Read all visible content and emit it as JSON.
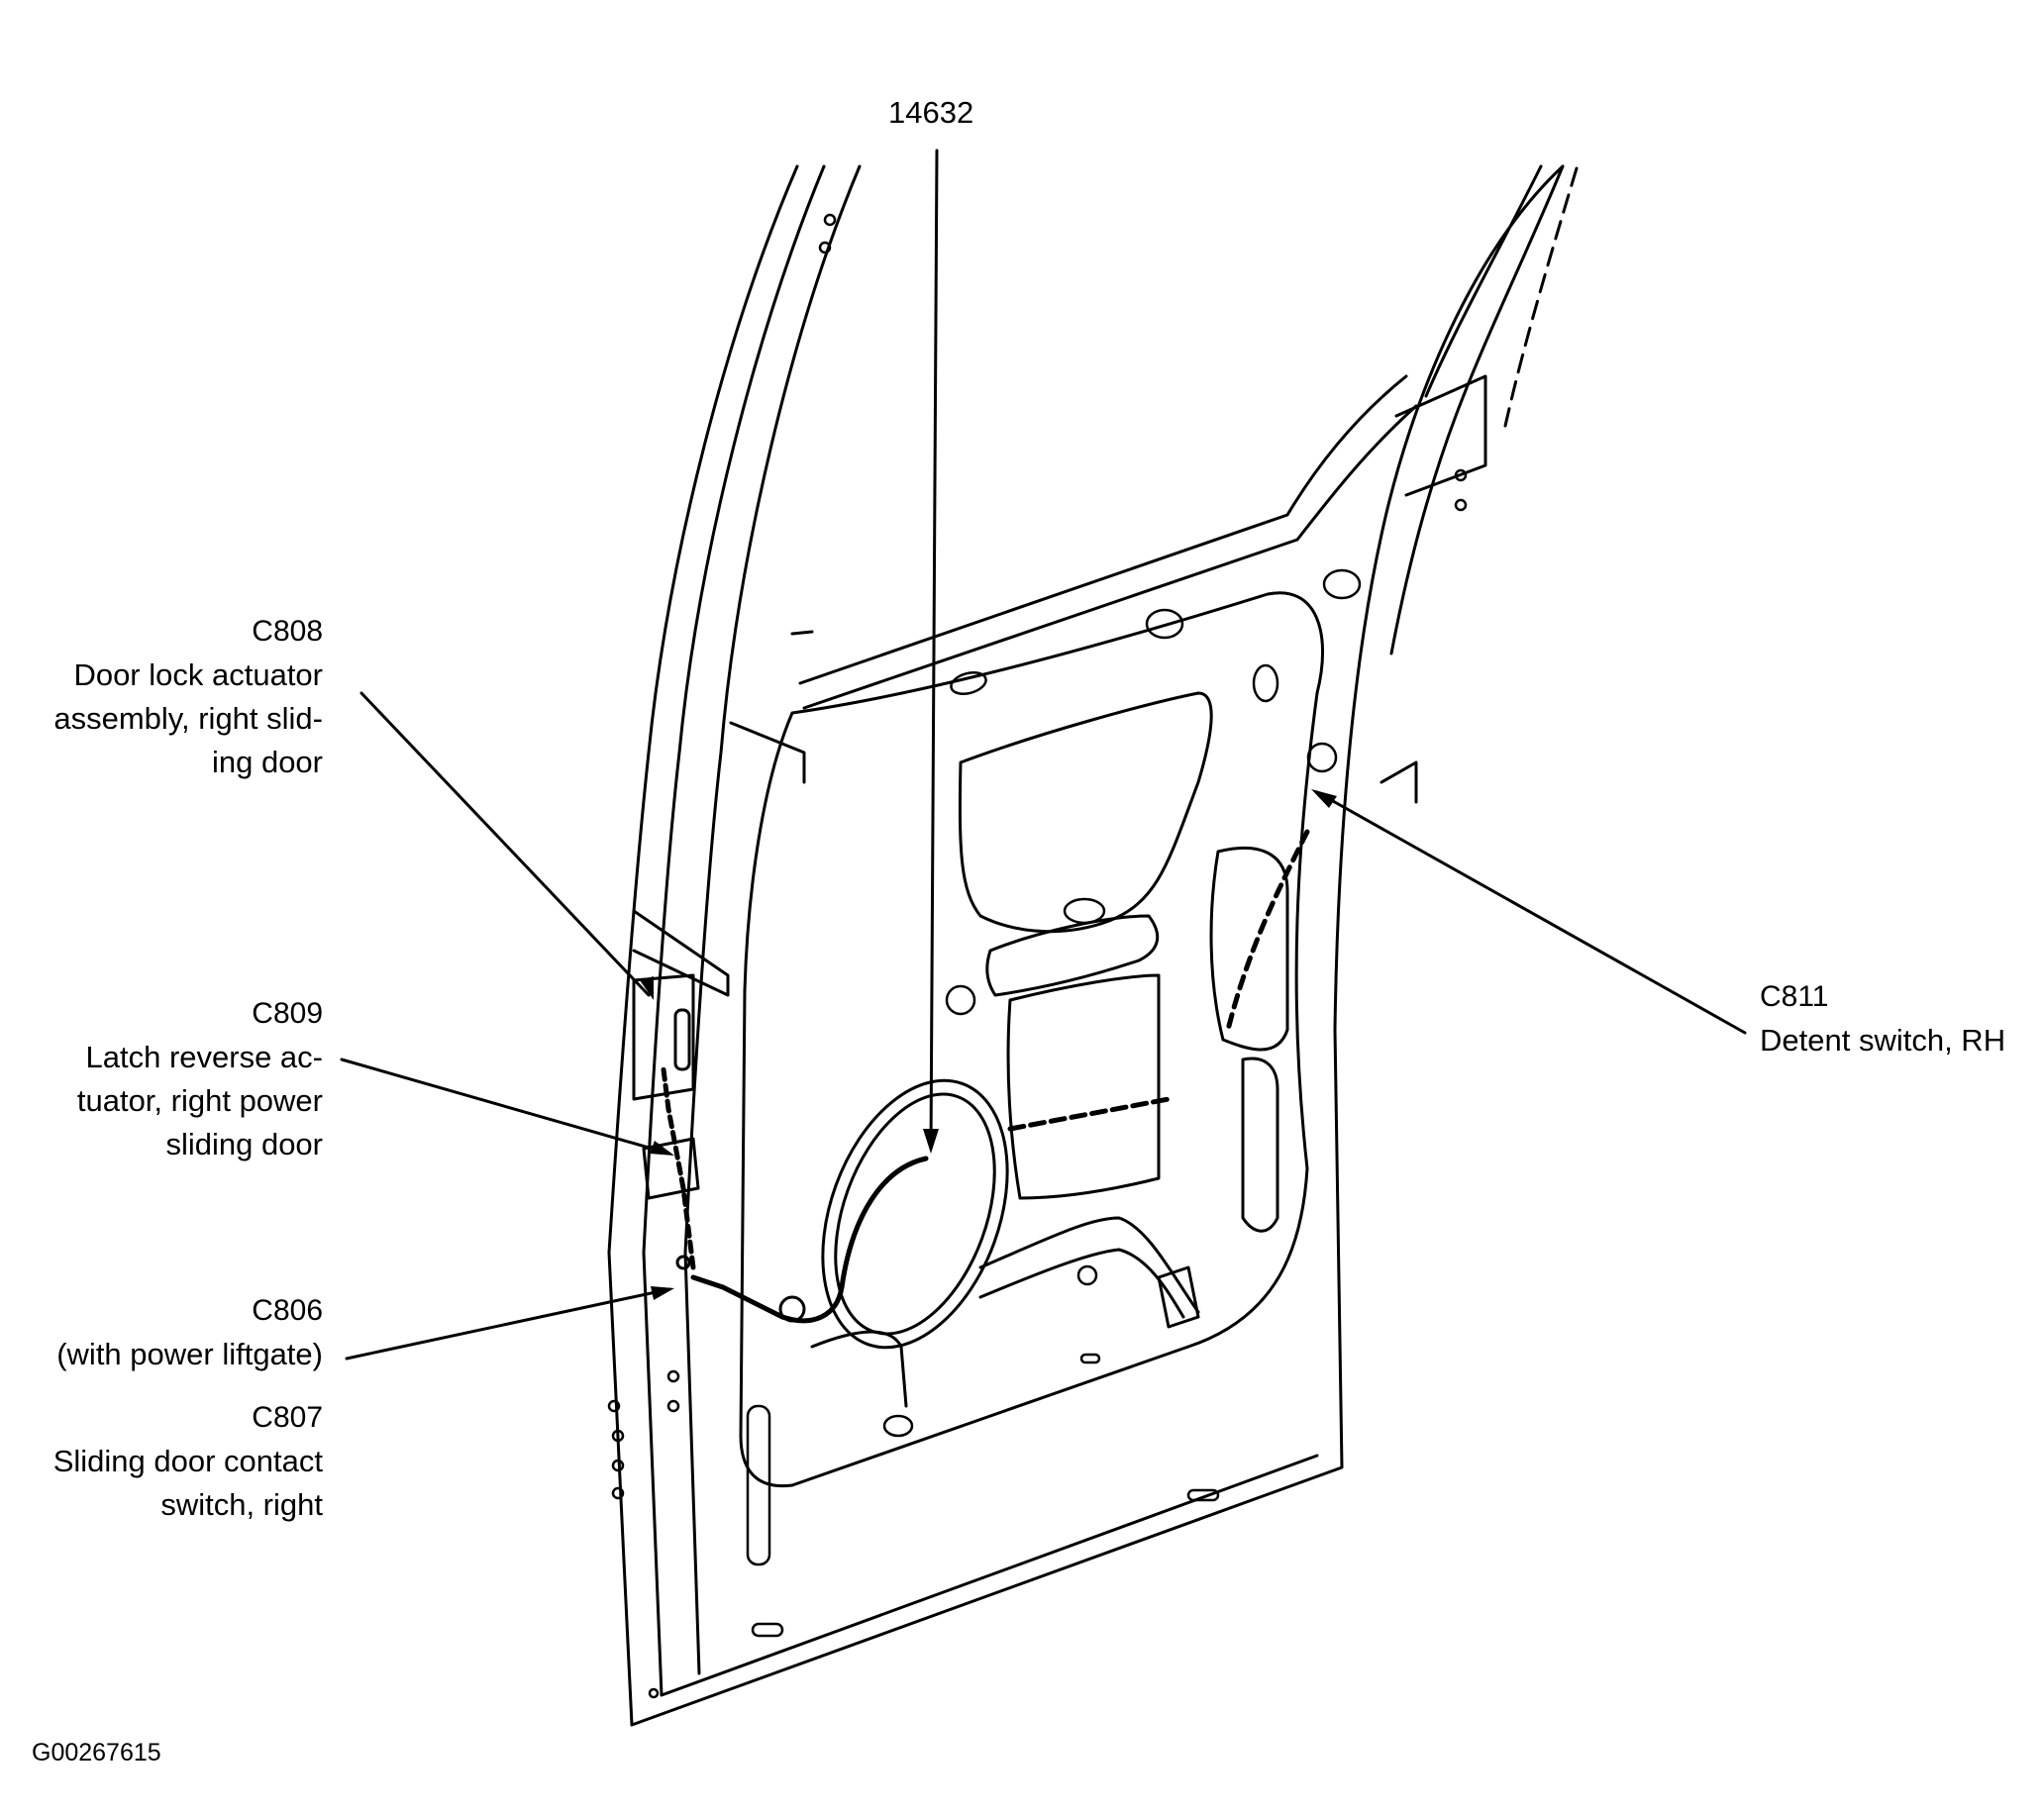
{
  "part_number": "14632",
  "callouts": {
    "c808": {
      "code": "C808",
      "lines": [
        "Door lock actuator",
        "assembly, right slid-",
        "ing door"
      ]
    },
    "c809": {
      "code": "C809",
      "lines": [
        "Latch reverse ac-",
        "tuator, right power",
        "sliding door"
      ]
    },
    "c806": {
      "code": "C806",
      "lines": [
        "(with power liftgate)"
      ]
    },
    "c807": {
      "code": "C807",
      "lines": [
        "Sliding door contact",
        "switch, right"
      ]
    },
    "c811": {
      "code": "C811",
      "lines": [
        "Detent switch, RH"
      ]
    }
  },
  "figure_code": "G00267615"
}
